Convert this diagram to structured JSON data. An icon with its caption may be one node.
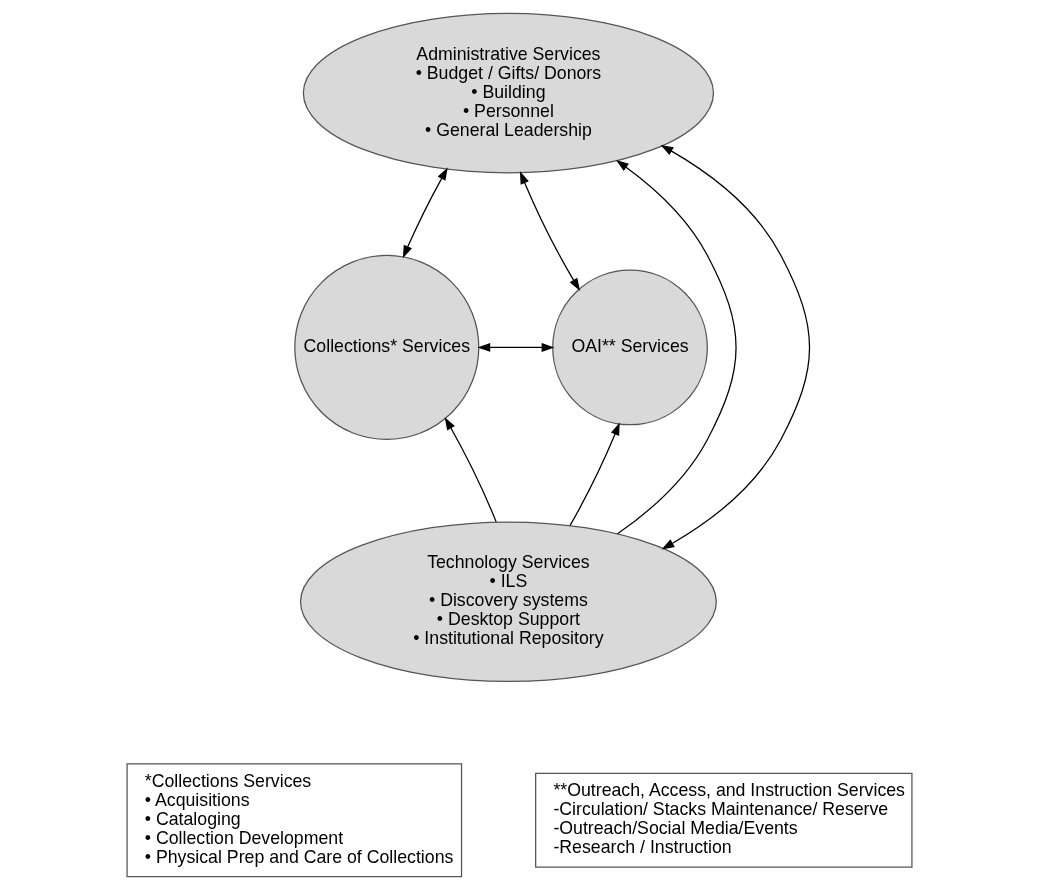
{
  "diagram": {
    "nodes": [
      {
        "text": [
          "Administrative Services",
          "• Budget / Gifts/ Donors",
          "• Building",
          "• Personnel",
          "• General Leadership"
        ]
      },
      {
        "text": [
          "Collections* Services"
        ]
      },
      {
        "text": [
          "OAI** Services"
        ]
      },
      {
        "text": [
          "Technology Services",
          "• ILS",
          "• Discovery systems",
          "• Desktop Support",
          "• Institutional Repository"
        ]
      },
      {
        "text": [
          "*Collections Services",
          "• Acquisitions",
          "• Cataloging",
          "• Collection Development",
          "• Physical Prep and Care of Collections"
        ]
      },
      {
        "text": [
          "**Outreach, Access, and Instruction Services",
          "-Circulation/ Stacks Maintenance/ Reserve",
          "-Outreach/Social Media/Events",
          "-Research / Instruction"
        ]
      }
    ],
    "edges": [
      {
        "from": 0,
        "to": 1,
        "arrow": "both"
      },
      {
        "from": 3,
        "to": 0,
        "arrow": "to"
      },
      {
        "from": 3,
        "to": 0,
        "arrow": "both"
      },
      {
        "from": 0,
        "to": 2,
        "arrow": "both"
      },
      {
        "from": 1,
        "to": 2,
        "arrow": "both"
      },
      {
        "from": 3,
        "to": 1,
        "arrow": "to"
      },
      {
        "from": 3,
        "to": 2,
        "arrow": "to"
      }
    ]
  }
}
